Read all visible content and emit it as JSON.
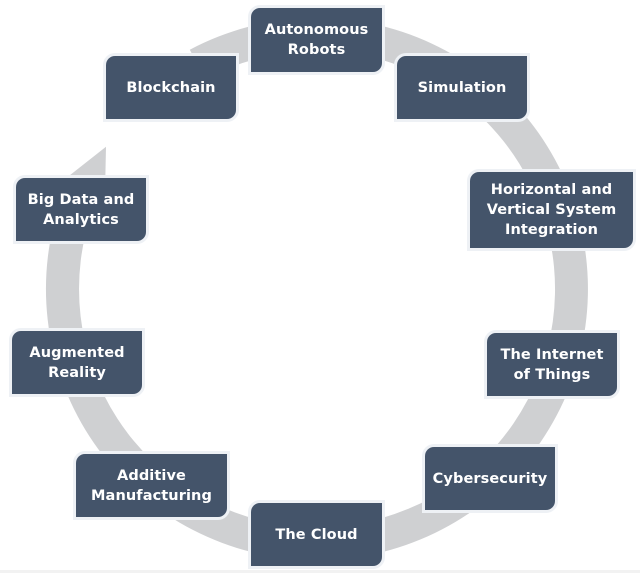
{
  "diagram": {
    "type": "cycle",
    "direction": "clockwise",
    "ring_color": "#cfd0d2",
    "node_color": "#44546a",
    "node_text_color": "#ffffff",
    "nodes": [
      {
        "id": "autonomous-robots",
        "label": "Autonomous Robots"
      },
      {
        "id": "simulation",
        "label": "Simulation"
      },
      {
        "id": "horizontal-vertical-integration",
        "label": "Horizontal and Vertical System Integration"
      },
      {
        "id": "internet-of-things",
        "label": "The Internet of Things"
      },
      {
        "id": "cybersecurity",
        "label": "Cybersecurity"
      },
      {
        "id": "the-cloud",
        "label": "The Cloud"
      },
      {
        "id": "additive-manufacturing",
        "label": "Additive Manufacturing"
      },
      {
        "id": "augmented-reality",
        "label": "Augmented Reality"
      },
      {
        "id": "big-data-analytics",
        "label": "Big Data and Analytics"
      },
      {
        "id": "blockchain",
        "label": "Blockchain"
      }
    ]
  }
}
